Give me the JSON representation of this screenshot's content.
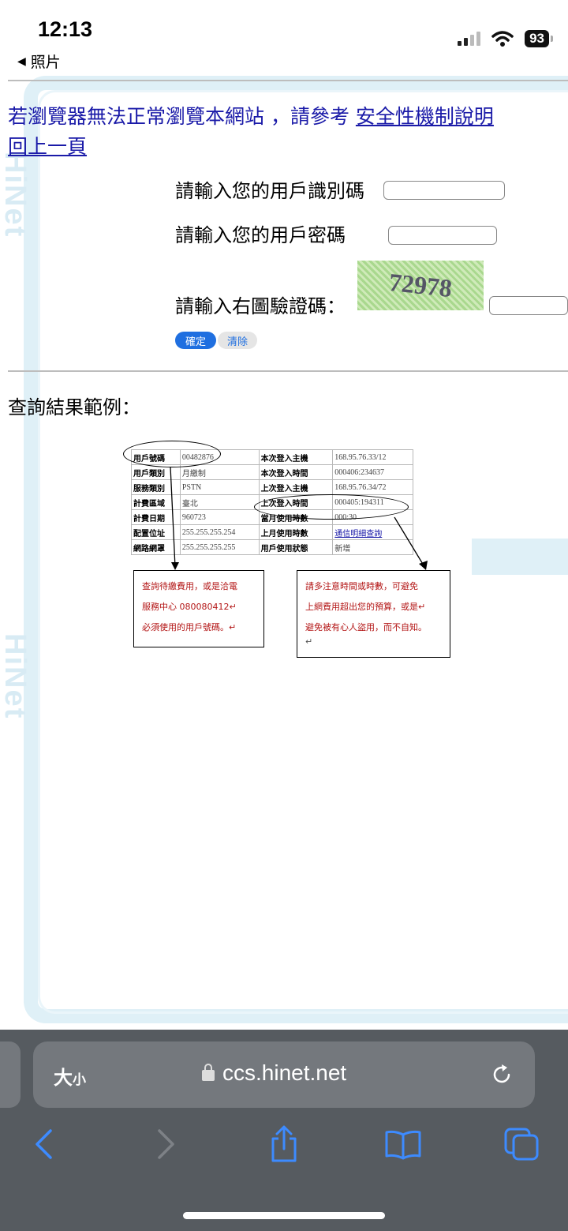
{
  "status_bar": {
    "time": "12:13",
    "back_label": "照片",
    "battery": "93"
  },
  "page": {
    "notice_text": "若瀏覽器無法正常瀏覽本網站 ，請參考 ",
    "notice_link": "安全性機制說明",
    "back_link": "回上一頁",
    "form": {
      "user_id_label": "請輸入您的用戶識別碼",
      "password_label": "請輸入您的用戶密碼",
      "captcha_label": "請輸入右圖驗證碼：",
      "captcha_code": "72978",
      "user_id_value": "",
      "password_value": "",
      "captcha_value": ""
    },
    "buttons": {
      "confirm": "確定",
      "clear": "清除"
    },
    "result_title": "查詢結果範例：",
    "watermark": "HiNet",
    "example": {
      "rows": [
        [
          "用戶號碼",
          "00482876",
          "本次登入主機",
          "168.95.76.33/12"
        ],
        [
          "用戶類別",
          "月繳制",
          "本次登入時間",
          "000406:234637"
        ],
        [
          "服務類別",
          "PSTN",
          "上次登入主機",
          "168.95.76.34/72"
        ],
        [
          "計費區域",
          "臺北",
          "上次登入時間",
          "000405:194311"
        ],
        [
          "計費日期",
          "960723",
          "當月使用時數",
          "000:30"
        ],
        [
          "配置位址",
          "255.255.255.254",
          "上月使用時數",
          "通信明細查詢"
        ],
        [
          "網路網罩",
          "255.255.255.255",
          "用戶使用狀態",
          "新增"
        ]
      ],
      "note_left": [
        "查詢待繳費用，或是洽電",
        "服務中心 080080412↵",
        "必須使用的用戶號碼。↵"
      ],
      "note_right": [
        "請多注意時間或時數，可避免",
        "上網費用超出您的預算，或是↵",
        "避免被有心人盜用，而不自知。",
        "↵"
      ]
    }
  },
  "browser": {
    "text_size_label": "大",
    "text_size_small": "小",
    "url": "ccs.hinet.net"
  }
}
